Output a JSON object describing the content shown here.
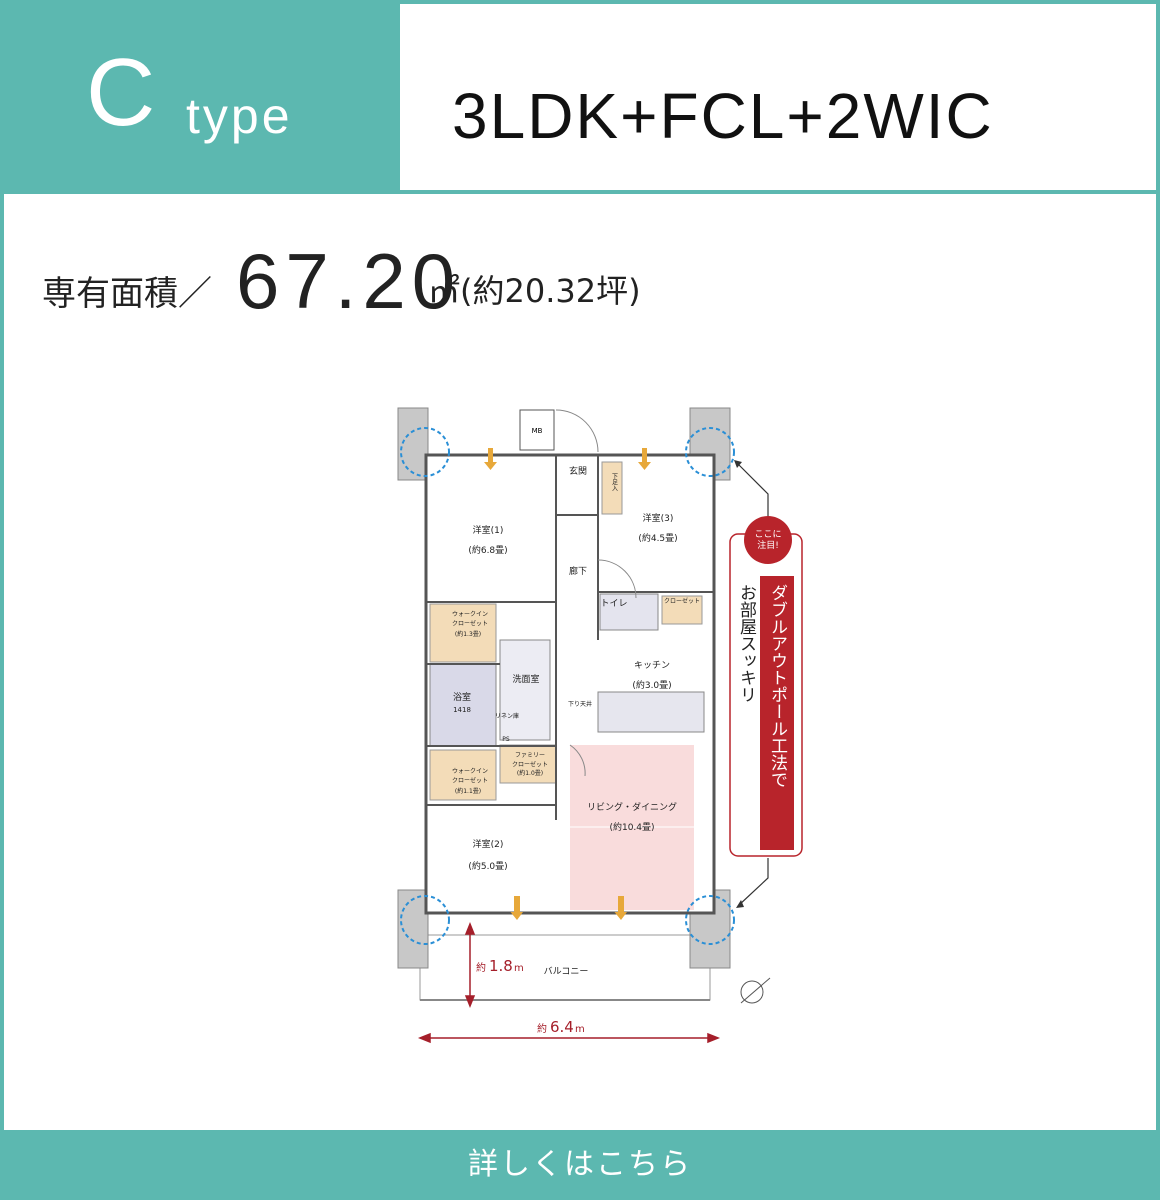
{
  "header": {
    "type_letter": "C",
    "type_word": "type",
    "plan_type": "3LDK+FCL+2WIC"
  },
  "area": {
    "label": "専有面積／",
    "value": "67.20",
    "unit": "㎡",
    "tsubo": "(約20.32坪)"
  },
  "floorplan": {
    "rooms": {
      "room1": "洋室(1)",
      "room1_size": "(約6.8畳)",
      "room3": "洋室(3)",
      "room3_size": "(約4.5畳)",
      "room2": "洋室(2)",
      "room2_size": "(約5.0畳)",
      "entrance": "玄関",
      "shoe_storage": "下足入",
      "mb": "MB",
      "hallway": "廊下",
      "toilet": "トイレ",
      "closet3": "クローゼット",
      "kitchen": "キッチン",
      "kitchen_size": "(約3.0畳)",
      "bath": "浴室",
      "bath_size": "1418",
      "washroom": "洗面室",
      "wic1": "ウォークイン\nクローゼット",
      "wic1_size": "(約1.3畳)",
      "wic2": "ウォークイン\nクローゼット",
      "wic2_size": "(約1.1畳)",
      "family_closet": "ファミリー\nクローゼット",
      "family_closet_size": "(約1.0畳)",
      "living": "リビング・ダイニング",
      "living_size": "(約10.4畳)",
      "balcony": "バルコニー",
      "lowered_ceiling": "下り天井",
      "ps": "PS",
      "linen": "リネン庫"
    },
    "dims": {
      "depth_prefix": "約",
      "depth_value": "1.8",
      "depth_unit": "m",
      "width_prefix": "約",
      "width_value": "6.4",
      "width_unit": "m"
    },
    "callout": {
      "badge": "ここに\n注目!",
      "red_text": "ダブルアウトポール工法で",
      "black_text": "お部屋スッキリ"
    }
  },
  "footer": {
    "link_label": "詳しくはこちら"
  },
  "colors": {
    "teal": "#5cb8b0",
    "living_pink": "#f9dcdc",
    "closet_tan": "#f3dcb8",
    "wet_area": "#d9d9e8",
    "callout_red": "#b8242b",
    "column_circle": "#2a8fd6",
    "air_arrow": "#e7a83a"
  }
}
